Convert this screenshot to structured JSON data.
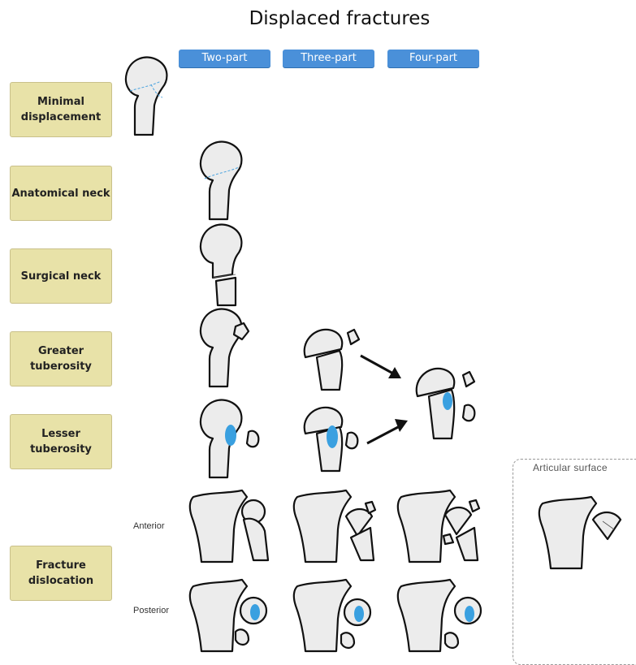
{
  "title": "Displaced fractures",
  "columns": [
    "Two-part",
    "Three-part",
    "Four-part"
  ],
  "rows": {
    "minimal": "Minimal displacement",
    "anatomical": "Anatomical neck",
    "surgical": "Surgical neck",
    "greater": "Greater tuberosity",
    "lesser": "Lesser tuberosity",
    "dislocation": "Fracture dislocation"
  },
  "sub_labels": {
    "anterior": "Anterior",
    "posterior": "Posterior"
  },
  "articular_surface": "Articular surface",
  "colors": {
    "button": "#4a90d9",
    "label_bg": "#e8e2a8",
    "highlight": "#3aa0e0"
  }
}
